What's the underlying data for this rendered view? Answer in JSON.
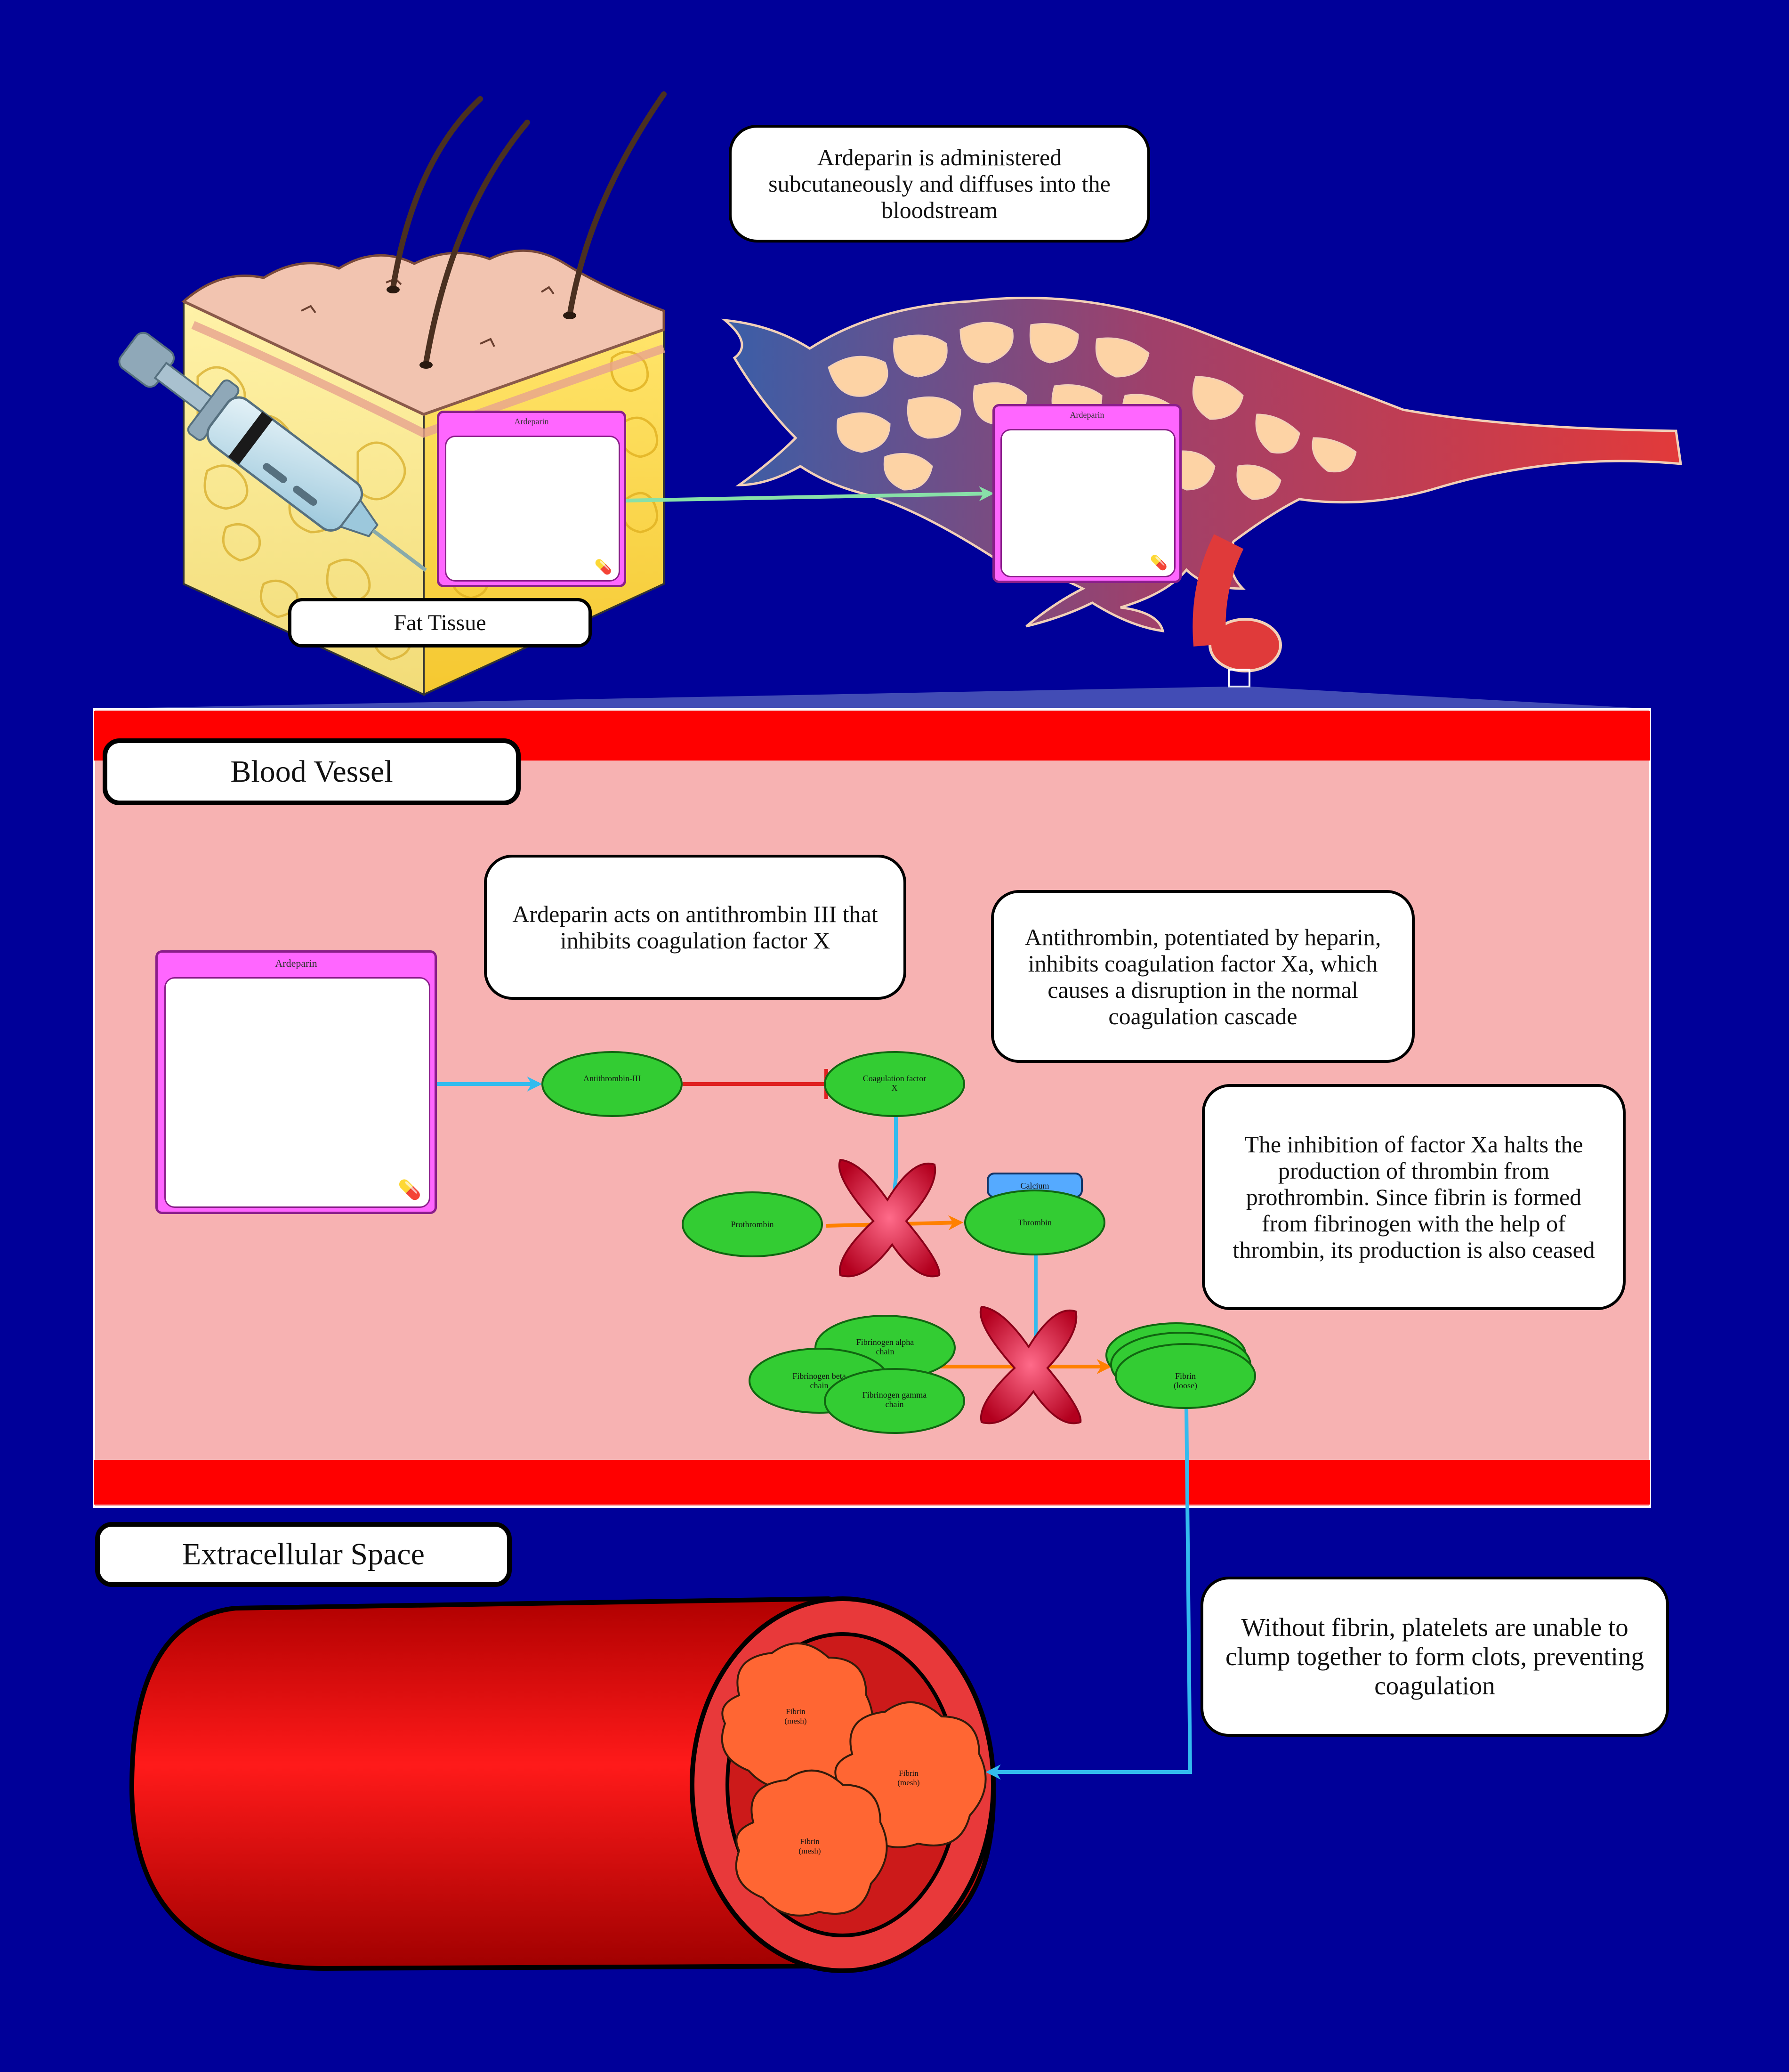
{
  "captions": {
    "administration": "Ardeparin is administered subcutaneously and diffuses into the bloodstream",
    "acts_on_at3": "Ardeparin acts on antithrombin III that inhibits coagulation factor X",
    "antithrombin_effect": "Antithrombin, potentiated by heparin, inhibits coagulation factor Xa, which causes a disruption in the normal coagulation cascade",
    "inhibition_xa": "The inhibition of factor Xa halts the production of thrombin from prothrombin. Since fibrin is formed from fibrinogen with the help of thrombin, its production is also ceased",
    "without_fibrin": "Without fibrin, platelets are unable to clump together to form clots, preventing coagulation"
  },
  "compartments": {
    "fat_tissue": "Fat Tissue",
    "blood_vessel": "Blood Vessel",
    "extracellular_space": "Extracellular Space"
  },
  "drug": {
    "name": "Ardeparin"
  },
  "molecules": {
    "antithrombin": "Antithrombin-III",
    "factor_x": "Coagulation factor X",
    "prothrombin": "Prothrombin",
    "thrombin": "Thrombin",
    "calcium": "Calcium",
    "fibrinogen_alpha": "Fibrinogen alpha chain",
    "fibrinogen_beta": "Fibrinogen beta chain",
    "fibrinogen_gamma": "Fibrinogen gamma chain",
    "fibrin_loose": "Fibrin (loose)",
    "fibrin_mesh": "Fibrin (mesh)"
  },
  "colors": {
    "background": "#000099",
    "protein_fill": "#33cc33",
    "fibrin_mesh": "#ff6633",
    "drug_card": "#ff66ff",
    "vessel_red": "#ff0000",
    "vessel_lumen": "#f7b2b2",
    "arrow_blue": "#33bbee",
    "arrow_orange": "#ff8000",
    "inhibit_red": "#e02020"
  }
}
